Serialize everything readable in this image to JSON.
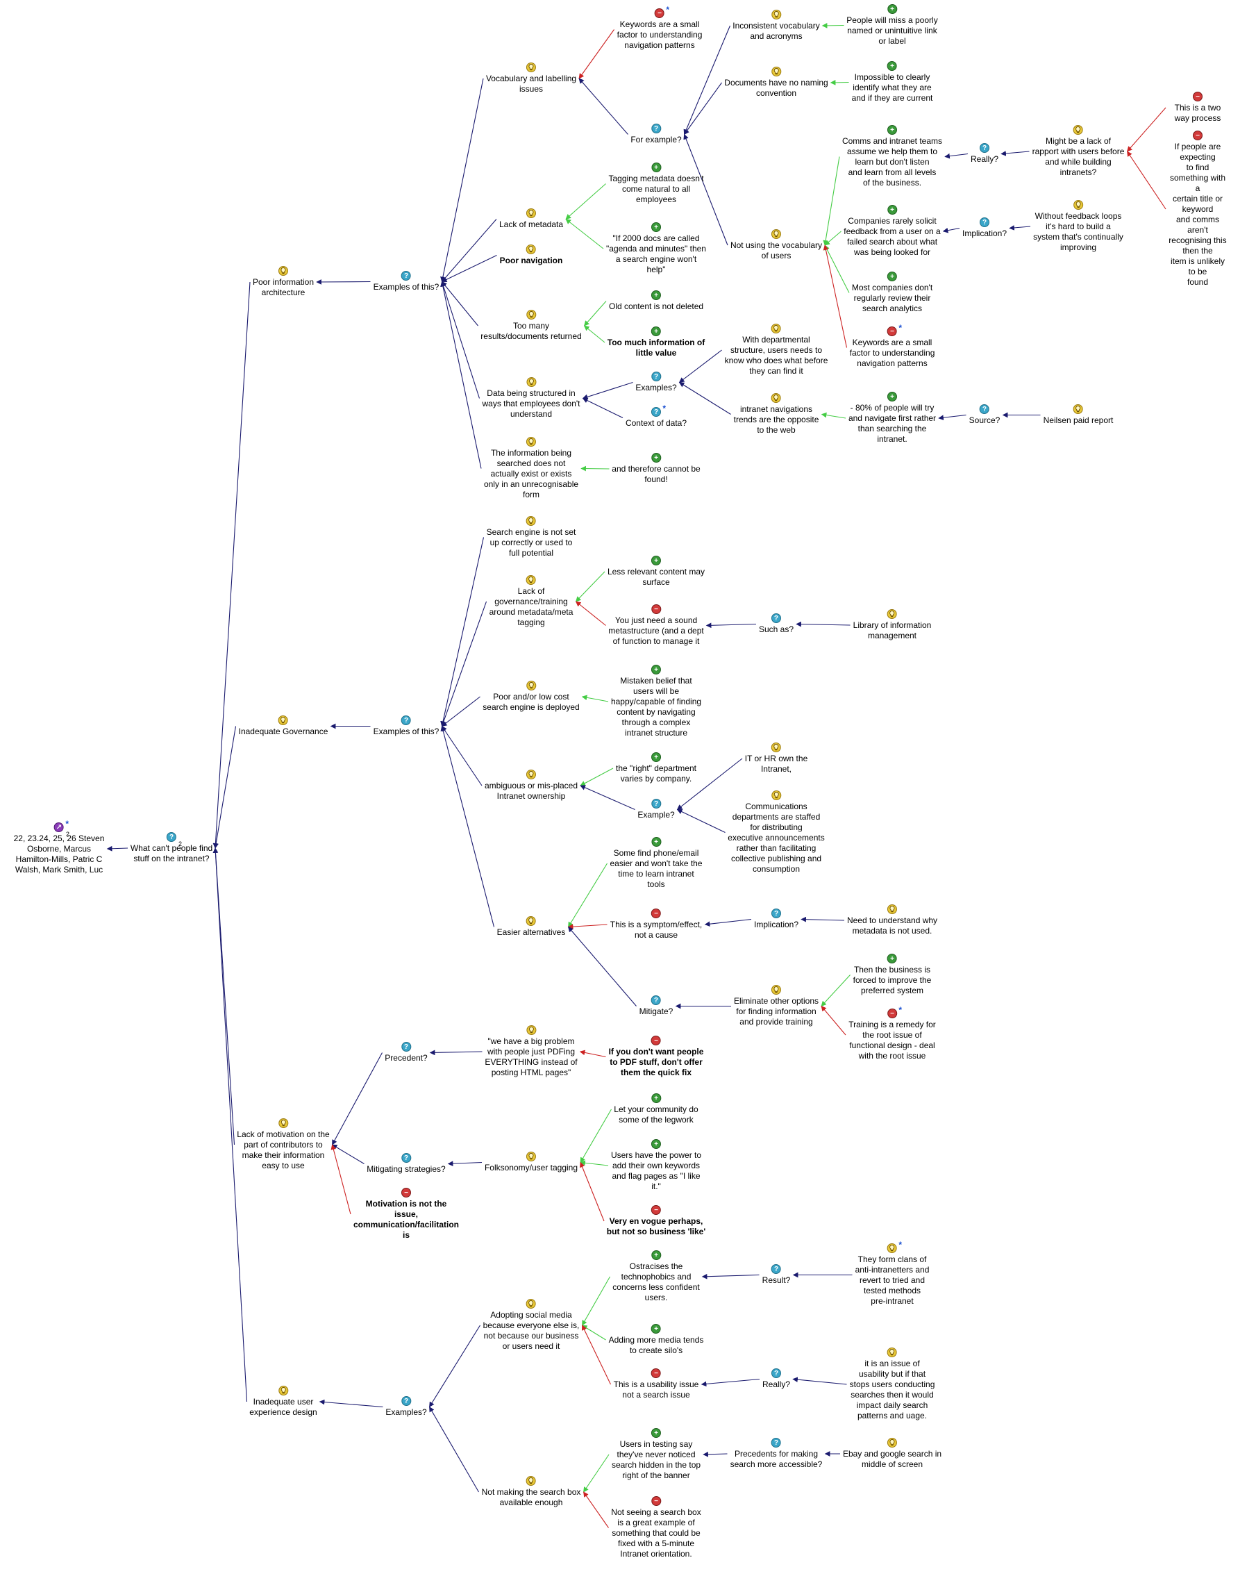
{
  "colors": {
    "response": "#1a1a6e",
    "pro": "#44cc44",
    "con": "#cc2222",
    "question": "#3aa6c9",
    "idea": "#e8c838"
  },
  "nodes": [
    {
      "id": "root",
      "type": "map",
      "star": true,
      "sub": "2",
      "text": "22, 23.24, 25, 26 Steven\nOsborne, Marcus\nHamilton-Mills, Patric C\nWalsh, Mark Smith, Luc"
    },
    {
      "id": "q0",
      "type": "question",
      "sub": "2",
      "text": "What can't people find\nstuff on the intranet?"
    },
    {
      "id": "pia",
      "type": "idea",
      "text": "Poor information\narchitecture"
    },
    {
      "id": "ex1",
      "type": "question",
      "text": "Examples of this?"
    },
    {
      "id": "voc",
      "type": "idea",
      "text": "Vocabulary and labelling\nissues"
    },
    {
      "id": "kw1",
      "type": "con",
      "star": true,
      "text": "Keywords are a small\nfactor to understanding\nnavigation patterns"
    },
    {
      "id": "forex",
      "type": "question",
      "text": "For example?"
    },
    {
      "id": "incon",
      "type": "idea",
      "text": "Inconsistent vocabulary\nand acronyms"
    },
    {
      "id": "miss",
      "type": "pro",
      "text": "People will miss a poorly\nnamed or unintuitive link\nor label"
    },
    {
      "id": "docs",
      "type": "idea",
      "text": "Documents have no naming\nconvention"
    },
    {
      "id": "imposs",
      "type": "pro",
      "text": "Impossible to clearly\nidentify what they are\nand if they are current"
    },
    {
      "id": "twoway",
      "type": "con",
      "text": "This is a two way process"
    },
    {
      "id": "comms",
      "type": "pro",
      "text": "Comms and intranet teams\nassume we help them to\nlearn but don't listen\nand learn from all levels\nof the business."
    },
    {
      "id": "really1",
      "type": "question",
      "text": "Really?"
    },
    {
      "id": "rapport",
      "type": "idea",
      "text": "Might be a lack of\nrapport with users before\nand while building\nintranets?"
    },
    {
      "id": "expect",
      "type": "con",
      "text": "If people are expecting\nto find something with a\ncertain title or keyword\nand comms aren't\nrecognising this then the\nitem is unlikely to be\nfound"
    },
    {
      "id": "lackmeta",
      "type": "idea",
      "text": "Lack of metadata"
    },
    {
      "id": "tagnat",
      "type": "pro",
      "text": "Tagging metadata doesn't\ncome natural to all\nemployees"
    },
    {
      "id": "agenda",
      "type": "pro",
      "text": "\"If 2000 docs are called\n\"agenda and minutes\" then\na search engine won't\nhelp\""
    },
    {
      "id": "poornav",
      "type": "idea",
      "bold": true,
      "text": "Poor navigation"
    },
    {
      "id": "notvoc",
      "type": "idea",
      "text": "Not using the vocabulary\nof users"
    },
    {
      "id": "solicit",
      "type": "pro",
      "text": "Companies rarely solicit\nfeedback from a user on a\nfailed search about what\nwas being looked for"
    },
    {
      "id": "impl1",
      "type": "question",
      "text": "Implication?"
    },
    {
      "id": "loops",
      "type": "idea",
      "text": "Without feedback loops\nit's hard to build a\nsystem that's continually\nimproving"
    },
    {
      "id": "analytics",
      "type": "pro",
      "text": "Most companies don't\nregularly review their\nsearch analytics"
    },
    {
      "id": "kw2",
      "type": "con",
      "star": true,
      "text": "Keywords are a small\nfactor to understanding\nnavigation patterns"
    },
    {
      "id": "toomany",
      "type": "idea",
      "text": "Too many\nresults/documents returned"
    },
    {
      "id": "oldcont",
      "type": "pro",
      "text": "Old content is not deleted"
    },
    {
      "id": "toomuch",
      "type": "pro",
      "bold": true,
      "text": "Too much information of\nlittle value"
    },
    {
      "id": "dept",
      "type": "idea",
      "text": "With departmental\nstructure, users needs to\nknow who does what before\nthey can find it"
    },
    {
      "id": "examples2",
      "type": "question",
      "text": "Examples?"
    },
    {
      "id": "datastruct",
      "type": "idea",
      "text": "Data being structured in\nways that employees don't\nunderstand"
    },
    {
      "id": "context",
      "type": "question",
      "star": true,
      "text": "Context of data?"
    },
    {
      "id": "trends",
      "type": "idea",
      "text": "intranet navigations\ntrends are the opposite\nto the web"
    },
    {
      "id": "eighty",
      "type": "pro",
      "text": "- 80% of people will try\nand navigate first rather\nthan searching the\nintranet."
    },
    {
      "id": "source",
      "type": "question",
      "text": "Source?"
    },
    {
      "id": "neilsen",
      "type": "idea",
      "text": "Neilsen paid report"
    },
    {
      "id": "infoexist",
      "type": "idea",
      "text": "The information being\nsearched does not\nactually exist or exists\nonly in an unrecognisable\nform"
    },
    {
      "id": "therefore",
      "type": "pro",
      "text": "and therefore cannot be\nfound!"
    },
    {
      "id": "searchset",
      "type": "idea",
      "text": "Search engine is not set\nup correctly or used to\nfull potential"
    },
    {
      "id": "lackgov",
      "type": "idea",
      "text": "Lack of\ngovernance/training\naround metadata/meta\ntagging"
    },
    {
      "id": "lessrel",
      "type": "pro",
      "text": "Less relevant content may\nsurface"
    },
    {
      "id": "sound",
      "type": "con",
      "text": "You just need a sound\nmetastructure (and a dept\nof function to manage it"
    },
    {
      "id": "suchas",
      "type": "question",
      "text": "Such as?"
    },
    {
      "id": "library",
      "type": "idea",
      "text": "Library of information\nmanagement"
    },
    {
      "id": "inadgov",
      "type": "idea",
      "text": "Inadequate Governance"
    },
    {
      "id": "ex3",
      "type": "question",
      "text": "Examples of this?"
    },
    {
      "id": "lowcost",
      "type": "idea",
      "text": "Poor and/or low cost\nsearch engine is deployed"
    },
    {
      "id": "mistaken",
      "type": "pro",
      "text": "Mistaken belief that\nusers will be\nhappy/capable of finding\ncontent by navigating\nthrough a complex\nintranet structure"
    },
    {
      "id": "ambig",
      "type": "idea",
      "text": "ambiguous or mis-placed\nIntranet ownership"
    },
    {
      "id": "rightdept",
      "type": "pro",
      "text": "the \"right\" department\nvaries by company."
    },
    {
      "id": "itor",
      "type": "idea",
      "text": "IT or HR own the\nIntranet,"
    },
    {
      "id": "example3",
      "type": "question",
      "text": "Example?"
    },
    {
      "id": "commdept",
      "type": "idea",
      "text": "Communications\ndepartments are staffed\nfor distributing\nexecutive announcements\nrather than facilitating\ncollective publishing and\nconsumption"
    },
    {
      "id": "phone",
      "type": "pro",
      "text": "Some find phone/email\neasier and won't take the\ntime to learn intranet\ntools"
    },
    {
      "id": "easier",
      "type": "idea",
      "text": "Easier alternatives"
    },
    {
      "id": "symptom",
      "type": "con",
      "text": "This is a symptom/effect,\nnot a cause"
    },
    {
      "id": "impl2",
      "type": "question",
      "text": "Implication?"
    },
    {
      "id": "needund",
      "type": "idea",
      "text": "Need to understand why\nmetadata is not used."
    },
    {
      "id": "forced",
      "type": "pro",
      "text": "Then the business is\nforced to improve the\npreferred system"
    },
    {
      "id": "mitigate",
      "type": "question",
      "text": "Mitigate?"
    },
    {
      "id": "eliminate",
      "type": "idea",
      "text": "Eliminate other options\nfor finding information\nand provide training"
    },
    {
      "id": "remedy",
      "type": "con",
      "star": true,
      "text": "Training is a remedy for\nthe root issue of\nfunctional design - deal\nwith the root issue"
    },
    {
      "id": "precedent",
      "type": "question",
      "text": "Precedent?"
    },
    {
      "id": "pdfing",
      "type": "idea",
      "text": "\"we have a big problem\nwith people just PDFing\nEVERYTHING instead of\nposting HTML pages\""
    },
    {
      "id": "quickfix",
      "type": "con",
      "bold": true,
      "text": "If you don't want people\nto PDF stuff, don't offer\nthem the quick fix"
    },
    {
      "id": "lackmot",
      "type": "idea",
      "text": "Lack of motivation on the\npart of contributors to\nmake their information\neasy to use"
    },
    {
      "id": "legwork",
      "type": "pro",
      "text": "Let your community do\nsome of the legwork"
    },
    {
      "id": "mitstrat",
      "type": "question",
      "text": "Mitigating strategies?"
    },
    {
      "id": "folks",
      "type": "idea",
      "text": "Folksonomy/user tagging"
    },
    {
      "id": "power",
      "type": "pro",
      "text": "Users have the power to\nadd their own keywords\nand flag pages as \"I like\nit.\""
    },
    {
      "id": "motnot",
      "type": "con",
      "bold": true,
      "text": "Motivation is not the\nissue,\ncommunication/facilitation\nis"
    },
    {
      "id": "vogue",
      "type": "con",
      "bold": true,
      "text": "Very en vogue perhaps,\nbut not so business 'like'"
    },
    {
      "id": "ostra",
      "type": "pro",
      "text": "Ostracises the\ntechnophobics and\nconcerns less confident\nusers."
    },
    {
      "id": "result",
      "type": "question",
      "text": "Result?"
    },
    {
      "id": "clans",
      "type": "idea",
      "star": true,
      "text": "They form clans of\nanti-intranetters and\nrevert to tried and\ntested methods\npre-intranet"
    },
    {
      "id": "adopt",
      "type": "idea",
      "text": "Adopting social media\nbecause everyone else is,\nnot because our business\nor users need it"
    },
    {
      "id": "silos",
      "type": "pro",
      "text": "Adding more media tends\nto create silo's"
    },
    {
      "id": "usab",
      "type": "con",
      "text": "This is a usability issue\nnot a search issue"
    },
    {
      "id": "really2",
      "type": "question",
      "text": "Really?"
    },
    {
      "id": "usab2",
      "type": "idea",
      "text": "it is an issue of\nusability but if that\nstops users conducting\nsearches then it would\nimpact daily search\npatterns and uage."
    },
    {
      "id": "inadux",
      "type": "idea",
      "text": "Inadequate user\nexperience design"
    },
    {
      "id": "examples4",
      "type": "question",
      "text": "Examples?"
    },
    {
      "id": "testing",
      "type": "pro",
      "text": "Users in testing say\nthey've never noticed\nsearch hidden in the top\nright of the banner"
    },
    {
      "id": "precmaking",
      "type": "question",
      "text": "Precedents for making\nsearch more accessible?"
    },
    {
      "id": "ebay",
      "type": "idea",
      "text": "Ebay and google search in\nmiddle of screen"
    },
    {
      "id": "notmaking",
      "type": "idea",
      "text": "Not making the search box\navailable enough"
    },
    {
      "id": "notseeing",
      "type": "con",
      "text": "Not seeing a search box\nis a great example of\nsomething that could be\nfixed with a 5-minute\nIntranet orientation."
    }
  ]
}
